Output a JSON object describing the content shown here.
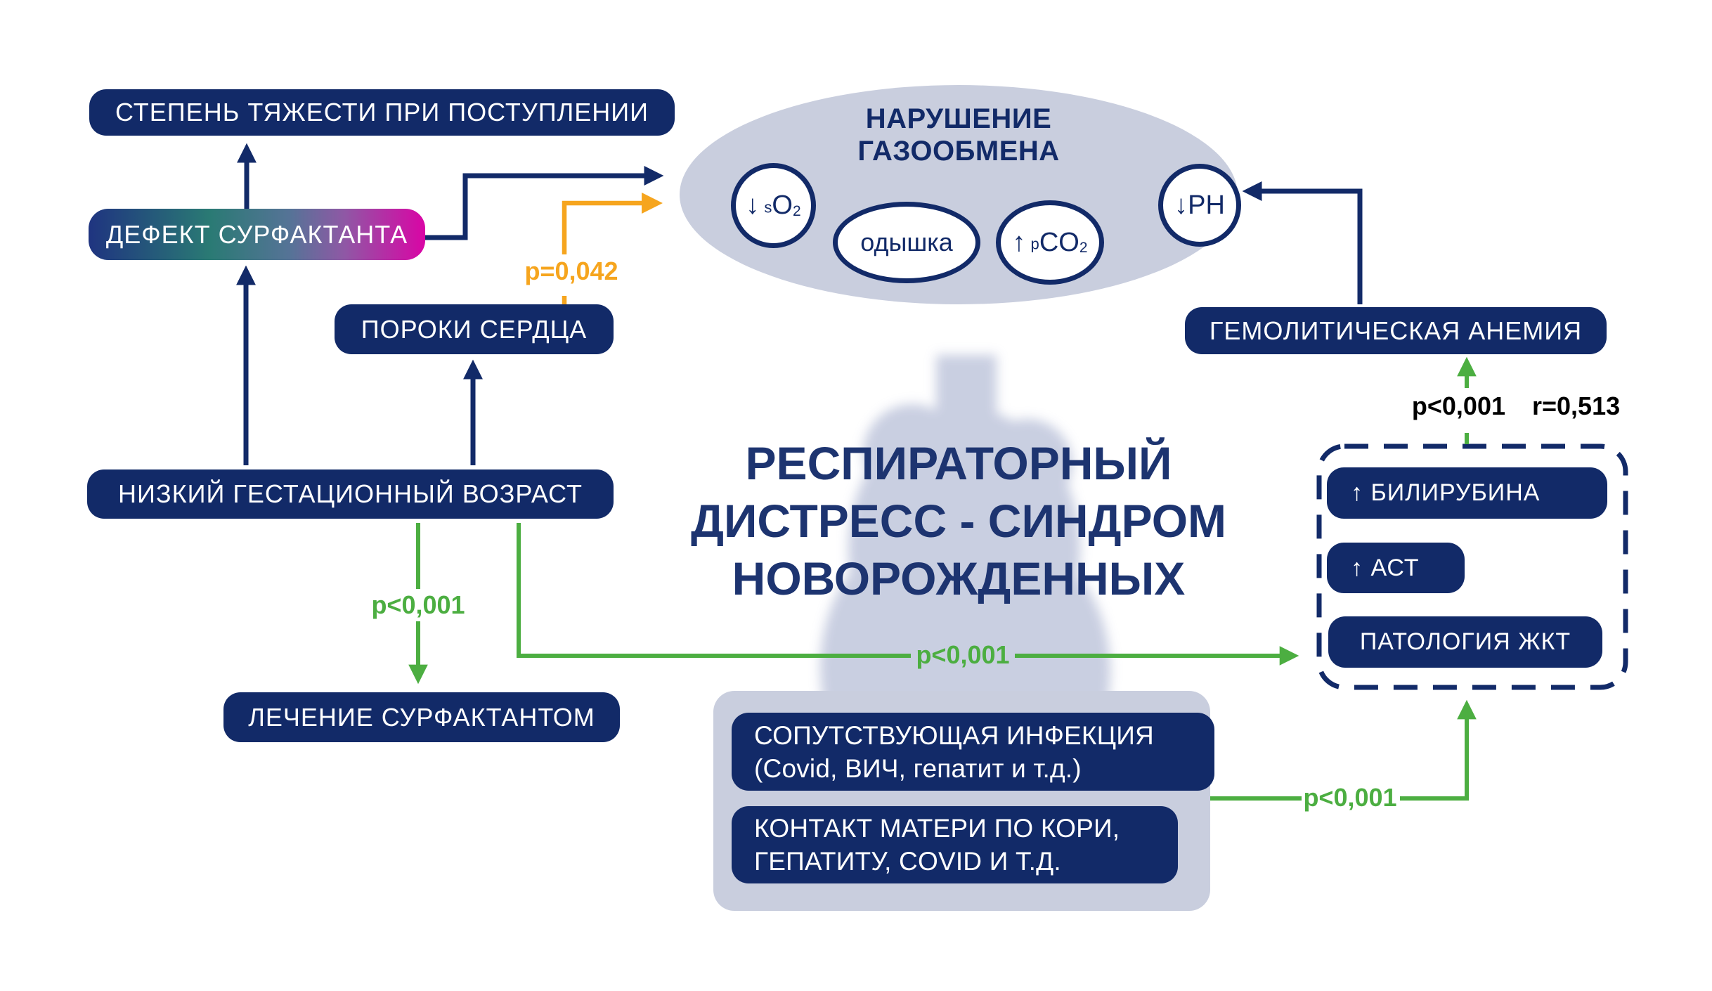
{
  "colors": {
    "navy": "#122a68",
    "lavender": "#c9cede",
    "green": "#4cae41",
    "orange": "#f6a51e",
    "crimson": "#c41451",
    "gradient_blue": "#1f3480",
    "gradient_teal": "#2a7a74",
    "gradient_purple": "#8f58a5",
    "gradient_magenta": "#d905a5"
  },
  "center": {
    "title_line1": "РЕСПИРАТОРНЫЙ",
    "title_line2": "ДИСТРЕСС - СИНДРОМ",
    "title_line3": "НОВОРОЖДЕННЫХ"
  },
  "gas": {
    "title_line1": "НАРУШЕНИЕ",
    "title_line2": "ГАЗООБМЕНА",
    "so2_arrow": "↓",
    "so2_pre": "s",
    "so2_main": "O",
    "so2_sub": "2",
    "dyspnea": "одышка",
    "pco2_arrow": "↑",
    "pco2_pre": "p",
    "pco2_main": "CO",
    "pco2_sub": "2",
    "ph": "↓PH"
  },
  "nodes": {
    "severity": "СТЕПЕНЬ ТЯЖЕСТИ ПРИ ПОСТУПЛЕНИИ",
    "surfactant_defect": "ДЕФЕКТ СУРФАКТАНТА",
    "heart_defects": "ПОРОКИ СЕРДЦА",
    "low_gestational_age": "НИЗКИЙ ГЕСТАЦИОННЫЙ ВОЗРАСТ",
    "surfactant_treatment": "ЛЕЧЕНИЕ СУРФАКТАНТОМ",
    "hemolytic_anemia": "ГЕМОЛИТИЧЕСКАЯ АНЕМИЯ",
    "bilirubin": "↑ БИЛИРУБИНА",
    "ast": "↑ АСТ",
    "gi_pathology": "ПАТОЛОГИЯ ЖКТ",
    "infection_line1": "СОПУТСТВУЮЩАЯ ИНФЕКЦИЯ",
    "infection_line2": "(Covid, ВИЧ, гепатит и т.д.)",
    "contact_line1": "КОНТАКТ МАТЕРИ ПО КОРИ,",
    "contact_line2": "ГЕПАТИТУ, COVID И Т.Д."
  },
  "stats": {
    "p_defect": "p=0,042",
    "p_gest_treatment": "p<0,001",
    "p_gest_gi": "p<0,001",
    "p_infection": "p<0,001",
    "p_anemia": "p<0,001",
    "r_anemia": "r=0,513"
  }
}
